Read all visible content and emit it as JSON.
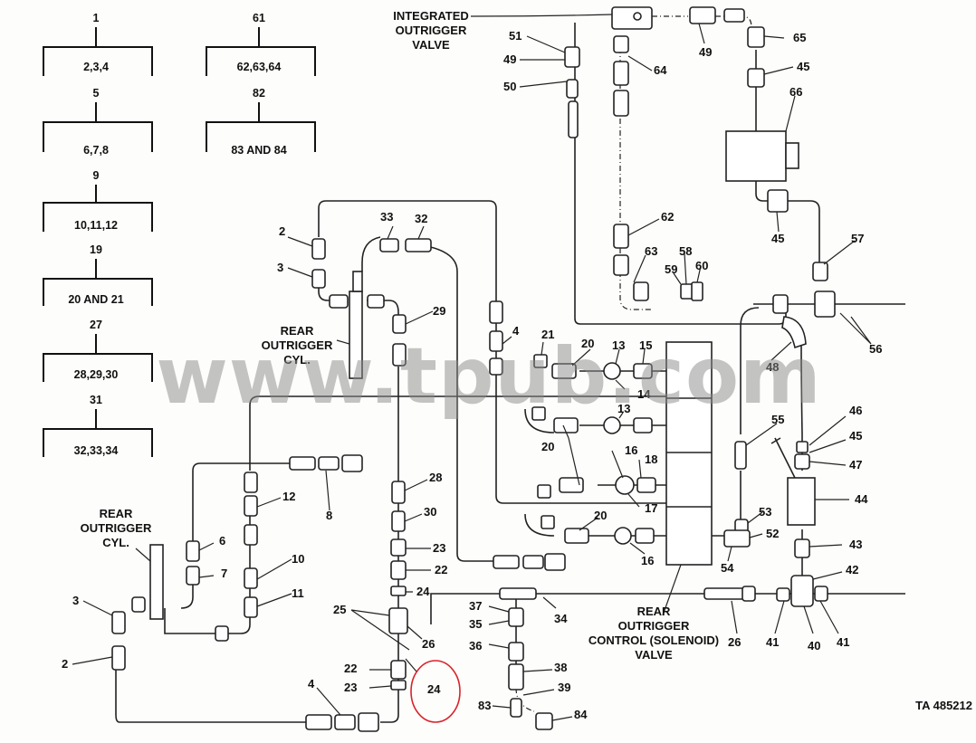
{
  "tree": [
    {
      "top": "1",
      "bottom": "2,3,4"
    },
    {
      "top": "5",
      "bottom": "6,7,8"
    },
    {
      "top": "9",
      "bottom": "10,11,12"
    },
    {
      "top": "19",
      "bottom": "20 AND 21"
    },
    {
      "top": "27",
      "bottom": "28,29,30"
    },
    {
      "top": "31",
      "bottom": "32,33,34"
    },
    {
      "top": "61",
      "bottom": "62,63,64"
    },
    {
      "top": "82",
      "bottom": "83 AND 84"
    }
  ],
  "captions": {
    "integrated_valve": [
      "INTEGRATED",
      "OUTRIGGER",
      "VALVE"
    ],
    "rear_cyl_upper": [
      "REAR",
      "OUTRIGGER",
      "CYL."
    ],
    "rear_cyl_lower": [
      "REAR",
      "OUTRIGGER",
      "CYL."
    ],
    "control_valve": [
      "REAR",
      "OUTRIGGER",
      "CONTROL (SOLENOID)",
      "VALVE"
    ]
  },
  "callouts": {
    "c2a": "2",
    "c3a": "3",
    "c33": "33",
    "c32": "32",
    "c29": "29",
    "c4a": "4",
    "c21": "21",
    "c20a": "20",
    "c13a": "13",
    "c15": "15",
    "c14": "14",
    "c13b": "13",
    "c20b": "20",
    "c16a": "16",
    "c18": "18",
    "c17": "17",
    "c20c": "20",
    "c16b": "16",
    "c12": "12",
    "c8": "8",
    "c6": "6",
    "c7": "7",
    "c10": "10",
    "c11": "11",
    "c3b": "3",
    "c2b": "2",
    "c28": "28",
    "c30": "30",
    "c23a": "23",
    "c22a": "22",
    "c24a": "24",
    "c25": "25",
    "c26a": "26",
    "c22b": "22",
    "c23b": "23",
    "c24b": "24",
    "c4b": "4",
    "c37": "37",
    "c35": "35",
    "c36": "36",
    "c34": "34",
    "c38": "38",
    "c39": "39",
    "c83": "83",
    "c84": "84",
    "c51": "51",
    "c49a": "49",
    "c50": "50",
    "c64": "64",
    "c49b": "49",
    "c65": "65",
    "c45a": "45",
    "c66": "66",
    "c45b": "45",
    "c62": "62",
    "c63": "63",
    "c58": "58",
    "c59": "59",
    "c60": "60",
    "c57": "57",
    "c56": "56",
    "c48": "48",
    "c55": "55",
    "c46": "46",
    "c45c": "45",
    "c47": "47",
    "c44": "44",
    "c53": "53",
    "c52": "52",
    "c54": "54",
    "c43": "43",
    "c42": "42",
    "c26b": "26",
    "c41a": "41",
    "c40": "40",
    "c41b": "41"
  },
  "figure_id": "TA 485212",
  "watermark": "www.tpub.com",
  "colors": {
    "ink": "#111111",
    "paper": "#fdfdfb",
    "highlight": "#d9222a",
    "watermark": "#8a8a8a"
  }
}
